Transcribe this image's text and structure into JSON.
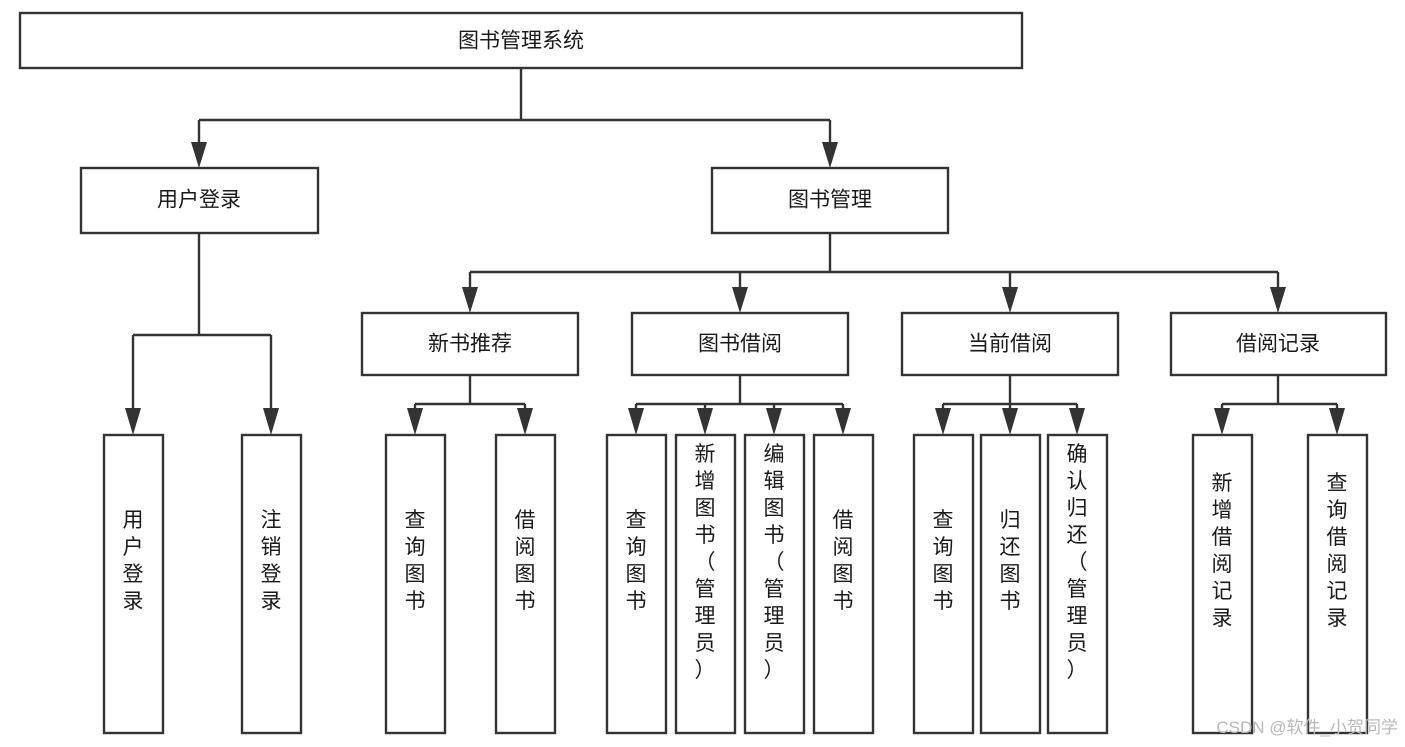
{
  "diagram": {
    "title": "图书管理系统",
    "type": "tree",
    "orientation": "top-down",
    "colors": {
      "box_stroke": "#333333",
      "box_fill": "#ffffff",
      "text": "#1a1a1a",
      "connector": "#333333",
      "watermark": "#b9b9b9",
      "background": "#ffffff"
    },
    "levels": {
      "level1": [
        {
          "id": "root",
          "label": "图书管理系统"
        }
      ],
      "level2": [
        {
          "id": "user-login",
          "label": "用户登录",
          "parent": "root"
        },
        {
          "id": "book-manage",
          "label": "图书管理",
          "parent": "root"
        }
      ],
      "level3": [
        {
          "id": "new-book-rec",
          "label": "新书推荐",
          "parent": "book-manage"
        },
        {
          "id": "book-borrow",
          "label": "图书借阅",
          "parent": "book-manage"
        },
        {
          "id": "current-borrow",
          "label": "当前借阅",
          "parent": "book-manage"
        },
        {
          "id": "borrow-record",
          "label": "借阅记录",
          "parent": "book-manage"
        }
      ],
      "leaves": [
        {
          "id": "leaf-user-login",
          "label": "用户登录",
          "parent": "user-login"
        },
        {
          "id": "leaf-logout-login",
          "label": "注销登录",
          "parent": "user-login"
        },
        {
          "id": "leaf-query-book-1",
          "label": "查询图书",
          "parent": "new-book-rec"
        },
        {
          "id": "leaf-borrow-book-1",
          "label": "借阅图书",
          "parent": "new-book-rec"
        },
        {
          "id": "leaf-query-book-2",
          "label": "查询图书",
          "parent": "book-borrow"
        },
        {
          "id": "leaf-add-book",
          "label": "新增图书（管理员）",
          "parent": "book-borrow"
        },
        {
          "id": "leaf-edit-book",
          "label": "编辑图书（管理员）",
          "parent": "book-borrow"
        },
        {
          "id": "leaf-borrow-book-2",
          "label": "借阅图书",
          "parent": "book-borrow"
        },
        {
          "id": "leaf-query-book-3",
          "label": "查询图书",
          "parent": "current-borrow"
        },
        {
          "id": "leaf-return-book",
          "label": "归还图书",
          "parent": "current-borrow"
        },
        {
          "id": "leaf-confirm-return",
          "label": "确认归还（管理员）",
          "parent": "current-borrow"
        },
        {
          "id": "leaf-add-record",
          "label": "新增借阅记录",
          "parent": "borrow-record"
        },
        {
          "id": "leaf-query-record",
          "label": "查询借阅记录",
          "parent": "borrow-record"
        }
      ]
    }
  },
  "watermark": {
    "text": "CSDN @软件_小贺同学"
  }
}
